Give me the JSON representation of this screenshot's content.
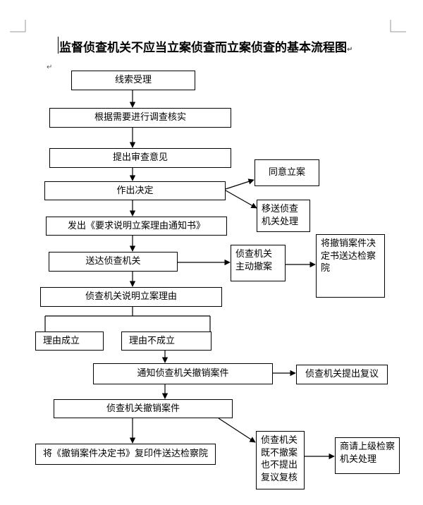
{
  "title": "监督侦查机关不应当立案侦查而立案侦查的基本流程图",
  "paragraph_mark": "↵",
  "nodes": {
    "n1": "线索受理",
    "n2": "根据需要进行调查核实",
    "n3": "提出审查意见",
    "n4": "作出决定",
    "n5": "同意立案",
    "n6": "移送侦查机关处理",
    "n7": "发出《要求说明立案理由通知书》",
    "n8": "送达侦查机关",
    "n9": "侦查机关主动撤案",
    "n10": "将撤销案件决定书送达检察院",
    "n11": "侦查机关说明立案理由",
    "n12": "理由成立",
    "n13": "理由不成立",
    "n14": "通知侦查机关撤销案件",
    "n15": "侦查机关提出复议",
    "n16": "侦查机关撤销案件",
    "n17": "将《撤销案件决定书》复印件送达检察院",
    "n18": "侦查机关既不撤案也不提出复议复核",
    "n19": "商请上级检察机关处理"
  }
}
